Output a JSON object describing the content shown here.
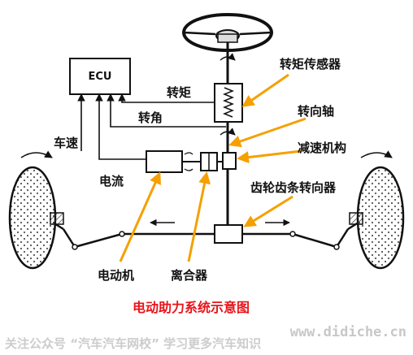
{
  "labels": {
    "ecu": "ECU",
    "torque_sensor": "转矩传感器",
    "torque": "转矩",
    "steering_angle": "转角",
    "steering_shaft": "转向轴",
    "vehicle_speed": "车速",
    "reduction_mechanism": "减速机构",
    "current": "电流",
    "rack_pinion": "齿轮齿条转向器",
    "motor": "电动机",
    "clutch": "离合器"
  },
  "caption": "电动助力系统示意图",
  "watermark": {
    "left": "关注公众号 “汽车汽车网校” 学习更多汽车知识",
    "right": "www.didiche.cn"
  },
  "colors": {
    "arrow": "#f5a000",
    "caption": "#e8141b",
    "line": "#111111",
    "watermark": "#c8c8c8"
  }
}
